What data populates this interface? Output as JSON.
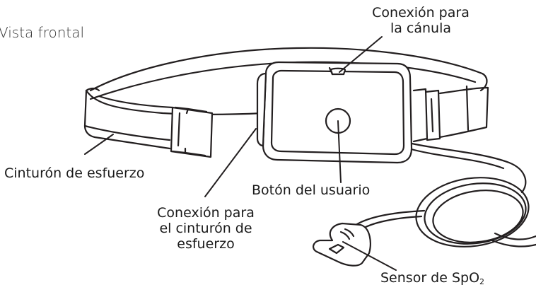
{
  "view_title": "Vista frontal",
  "labels": {
    "cannula_line1": "Conexión para",
    "cannula_line2": "la cánula",
    "belt": "Cinturón de esfuerzo",
    "user_button": "Botón del usuario",
    "belt_conn_line1": "Conexión para",
    "belt_conn_line2": "el cinturón de",
    "belt_conn_line3": "esfuerzo",
    "spo2_prefix": "Sensor de SpO",
    "spo2_sub": "2"
  },
  "colors": {
    "stroke": "#231f20",
    "fill": "#ffffff",
    "text": "#1a1a1a"
  }
}
